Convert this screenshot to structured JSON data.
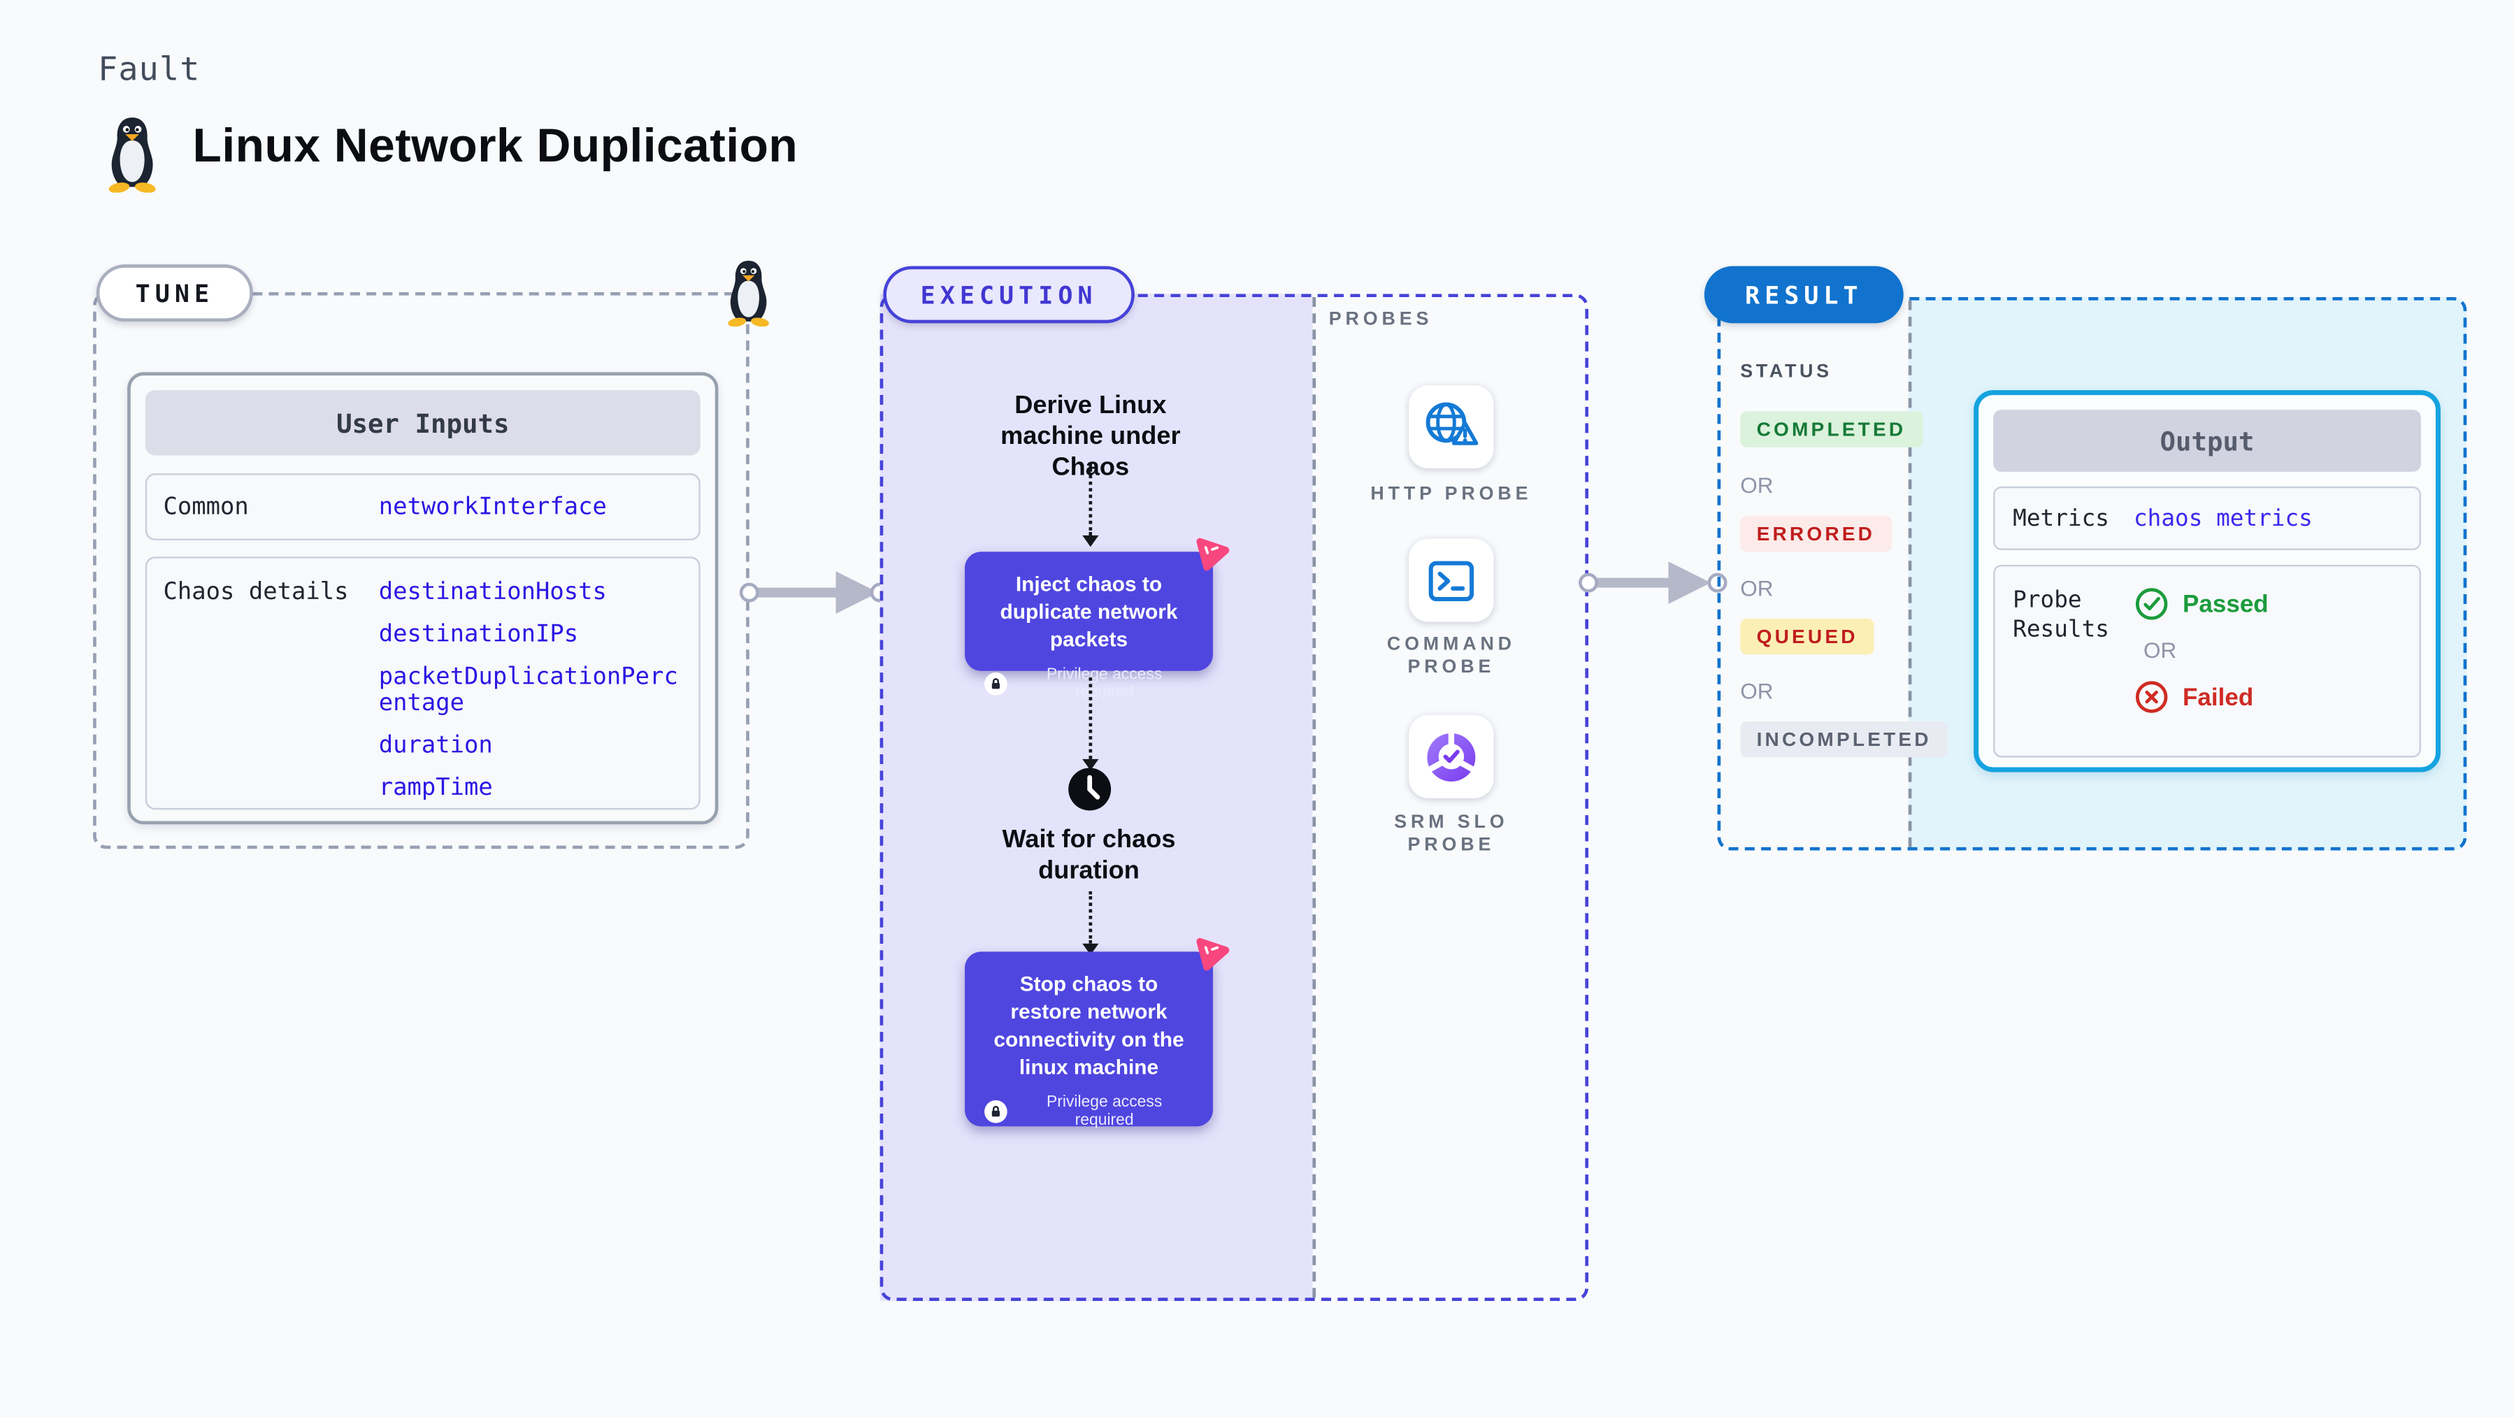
{
  "header": {
    "kicker": "Fault",
    "title": "Linux Network Duplication"
  },
  "tune": {
    "label": "TUNE",
    "table": {
      "title": "User Inputs",
      "rows": [
        {
          "label": "Common",
          "values": [
            "networkInterface"
          ]
        },
        {
          "label": "Chaos details",
          "values": [
            "destinationHosts",
            "destinationIPs",
            "packetDuplicationPercentage",
            "duration",
            "rampTime"
          ]
        }
      ]
    }
  },
  "execution": {
    "label": "EXECUTION",
    "step_derive": "Derive Linux machine under Chaos",
    "card_inject": "Inject chaos to duplicate network packets",
    "step_wait": "Wait for chaos duration",
    "card_stop": "Stop chaos to restore network connectivity on the linux machine",
    "privilege_note": "Privilege access required"
  },
  "probes": {
    "label": "PROBES",
    "items": [
      {
        "name": "HTTP PROBE",
        "icon": "globe-alert-icon"
      },
      {
        "name": "COMMAND PROBE",
        "icon": "terminal-icon"
      },
      {
        "name": "SRM SLO PROBE",
        "icon": "slo-donut-icon"
      }
    ]
  },
  "result": {
    "label": "RESULT",
    "status_title": "STATUS",
    "or": "OR",
    "statuses": [
      {
        "text": "COMPLETED",
        "type": "success"
      },
      {
        "text": "ERRORED",
        "type": "error"
      },
      {
        "text": "QUEUED",
        "type": "queued"
      },
      {
        "text": "INCOMPLETED",
        "type": "incomplete"
      }
    ],
    "output": {
      "title": "Output",
      "metrics_label": "Metrics",
      "metrics_value": "chaos metrics",
      "probe_label": "Probe Results",
      "passed": "Passed",
      "failed": "Failed"
    }
  },
  "colors": {
    "page_bg": "#f8fafc",
    "indigo_accent": "#4642d8",
    "card_indigo": "#4f46e0",
    "lavender_fill": "#e5e3fb",
    "result_blue": "#1173ce",
    "cyan_fill": "#e2f4fb",
    "output_border": "#14a3df",
    "value_blue": "#2b16e3",
    "pink_chaos": "#f7477e",
    "probe_icon_blue": "#147ad6",
    "slo_purple": "#7a3bee",
    "passed_green": "#1b9c3c",
    "failed_red": "#cf2b23",
    "arrow_gray": "#b5b8c9"
  }
}
